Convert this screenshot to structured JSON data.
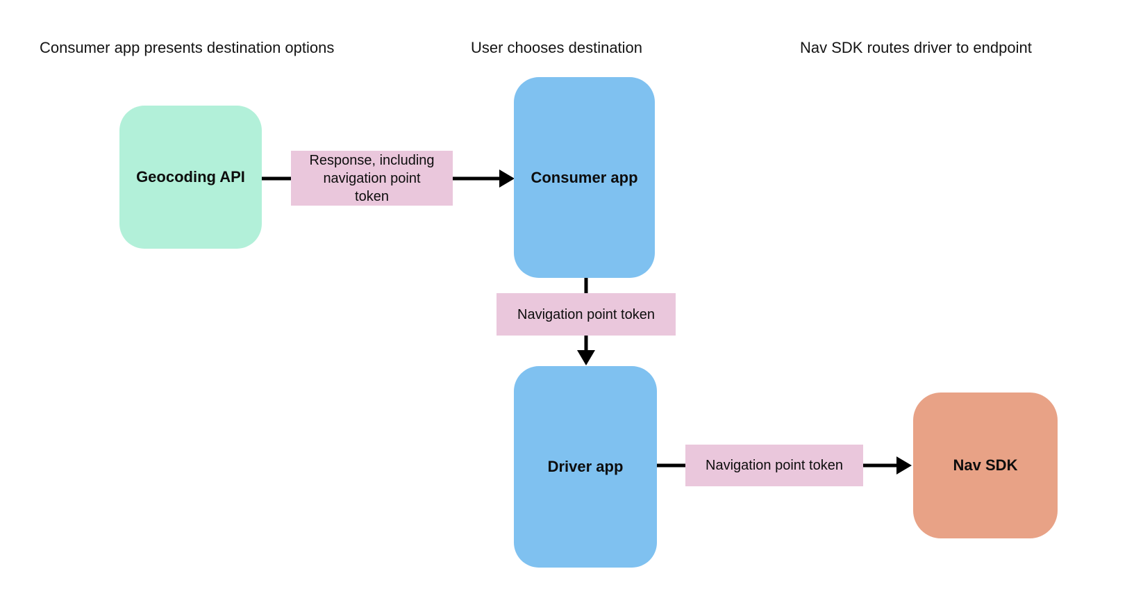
{
  "diagram": {
    "background": "#ffffff",
    "connector_color": "#000000",
    "headers": [
      {
        "text": "Consumer app presents destination options"
      },
      {
        "text": "User chooses destination"
      },
      {
        "text": "Nav SDK routes driver to endpoint"
      }
    ],
    "nodes": [
      {
        "id": "geocoding-api",
        "label": "Geocoding API",
        "fill": "#b2f0d9"
      },
      {
        "id": "consumer-app",
        "label": "Consumer app",
        "fill": "#7fc1f0"
      },
      {
        "id": "driver-app",
        "label": "Driver app",
        "fill": "#7fc1f0"
      },
      {
        "id": "nav-sdk",
        "label": "Nav SDK",
        "fill": "#e8a286"
      }
    ],
    "edge_labels": [
      {
        "id": "response-token-label",
        "text": "Response, including\nnavigation point\ntoken",
        "fill": "#eac7dc"
      },
      {
        "id": "nav-point-token-label-1",
        "text": "Navigation point token",
        "fill": "#eac7dc"
      },
      {
        "id": "nav-point-token-label-2",
        "text": "Navigation point token",
        "fill": "#eac7dc"
      }
    ]
  }
}
